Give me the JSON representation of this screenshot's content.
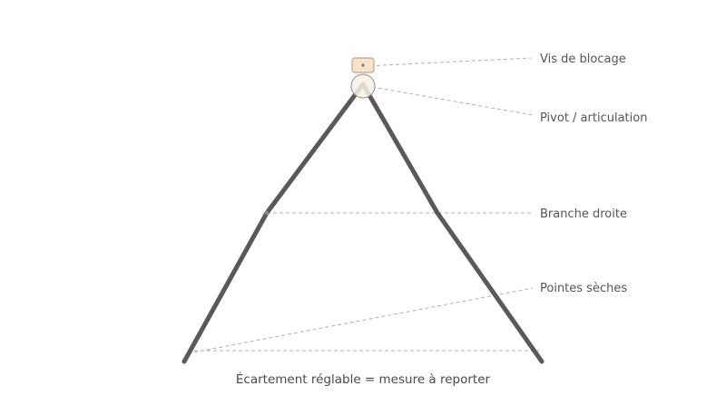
{
  "labels": {
    "screw": "Vis de blocage",
    "pivot": "Pivot / articulation",
    "leg": "Branche droite",
    "points": "Pointes sèches"
  },
  "caption": "Écartement réglable = mesure à reporter",
  "colors": {
    "leg": "#595959",
    "screw_fill": "#f4e3cc",
    "screw_stroke": "#c9a27a",
    "leader": "#b0b0b0",
    "text": "#555555"
  }
}
